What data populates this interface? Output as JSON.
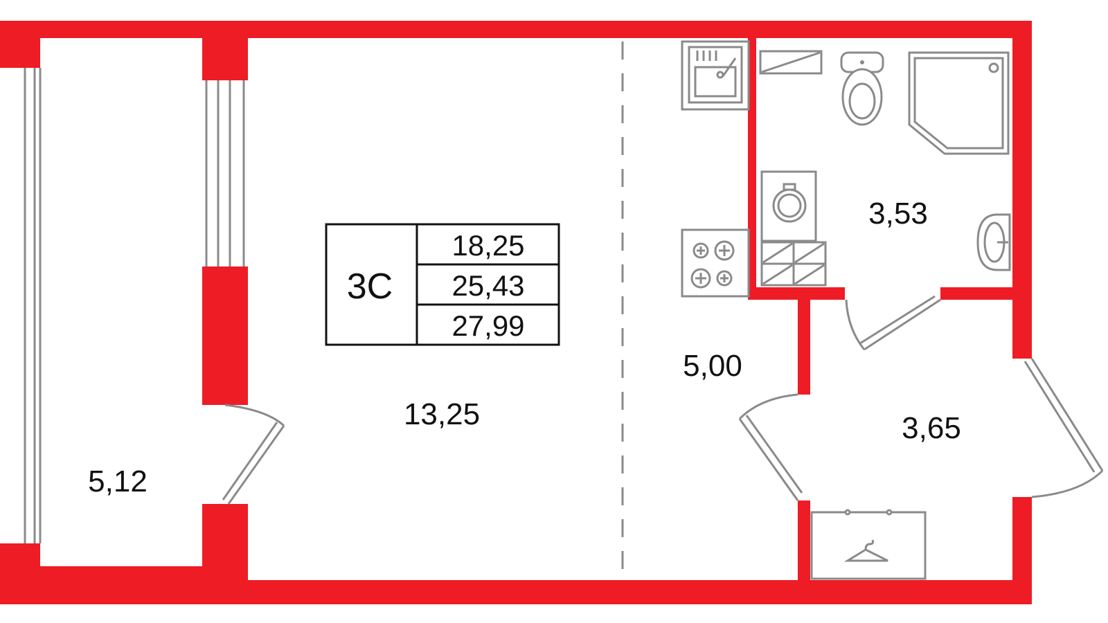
{
  "plan": {
    "apartment_type": "3С",
    "summary": {
      "living_area": "18,25",
      "total_area": "25,43",
      "total_with_balcony": "27,99"
    },
    "rooms": [
      {
        "id": "balcony",
        "area": "5,12"
      },
      {
        "id": "living-room",
        "area": "13,25"
      },
      {
        "id": "kitchen",
        "area": "5,00"
      },
      {
        "id": "bathroom",
        "area": "3,53"
      },
      {
        "id": "hallway",
        "area": "3,65"
      }
    ],
    "colors": {
      "walls": "#ee1c24",
      "fixtures": "#8a8a8a",
      "background": "#ffffff"
    },
    "icons": [
      "sink-icon",
      "stove-icon",
      "toilet-icon",
      "shower-icon",
      "washbasin-icon",
      "washing-machine-icon",
      "hanger-icon"
    ]
  }
}
